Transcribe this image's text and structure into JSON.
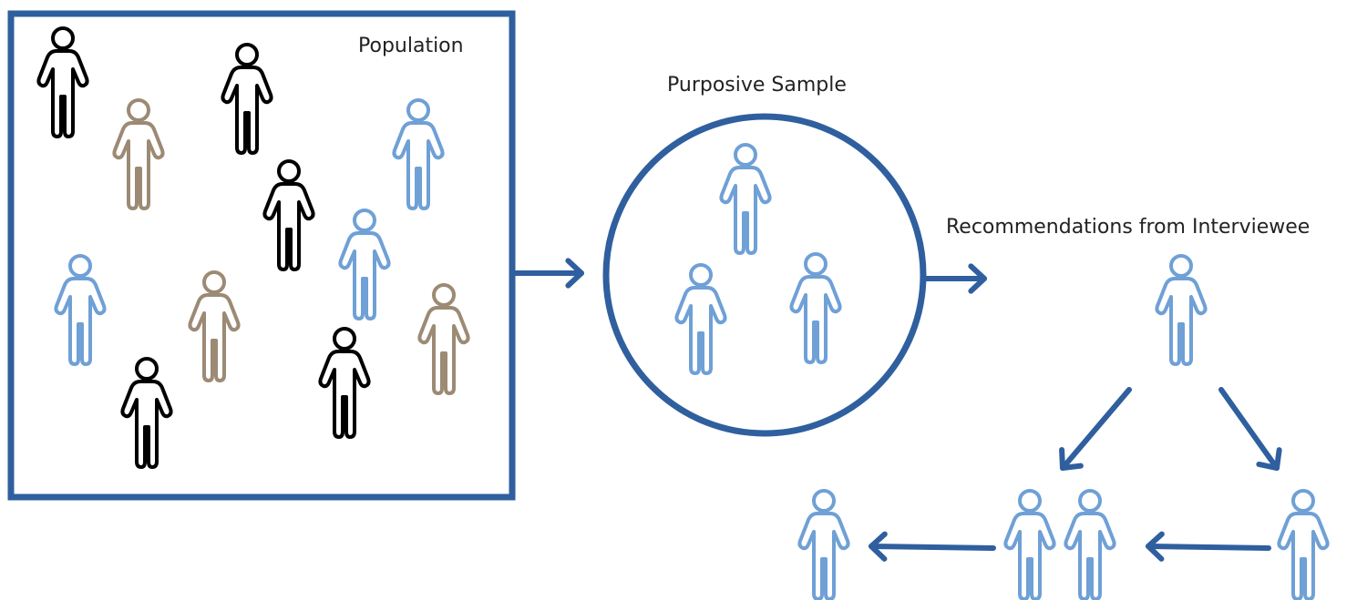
{
  "labels": {
    "population": "Population",
    "purposive_sample": "Purposive Sample",
    "recommendations": "Recommendations from Interviewee"
  },
  "colors": {
    "frame": "#2f5f9e",
    "arrow": "#2f5f9e",
    "person_black": "#000000",
    "person_tan": "#9c8a74",
    "person_blue": "#6fa0d6"
  },
  "icons": {
    "person": "person-outline-icon",
    "arrow": "arrow-icon"
  },
  "population_people_by_color": [
    "black",
    "black",
    "tan",
    "blue",
    "black",
    "blue",
    "blue",
    "tan",
    "tan",
    "black",
    "black"
  ],
  "sample_people_by_color": [
    "blue",
    "blue",
    "blue"
  ],
  "referral_people_by_color": [
    "blue",
    "blue",
    "blue",
    "blue",
    "blue"
  ]
}
